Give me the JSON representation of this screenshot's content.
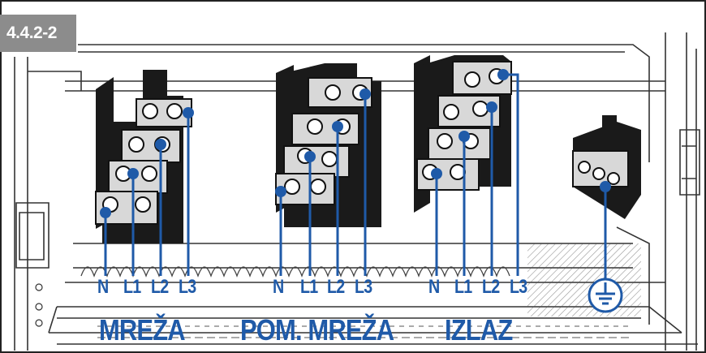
{
  "figure_label": "4.4.2-2",
  "terminals": [
    {
      "label": "N"
    },
    {
      "label": "L1"
    },
    {
      "label": "L2"
    },
    {
      "label": "L3"
    },
    {
      "label": "N"
    },
    {
      "label": "L1"
    },
    {
      "label": "L2"
    },
    {
      "label": "L3"
    },
    {
      "label": "N"
    },
    {
      "label": "L1"
    },
    {
      "label": "L2"
    },
    {
      "label": "L3"
    }
  ],
  "groups": [
    {
      "label": "MREŽA"
    },
    {
      "label": "POM. MREŽA"
    },
    {
      "label": "IZLAZ"
    }
  ],
  "colors": {
    "callout": "#1f5aa8",
    "line": "#333333",
    "busbar_fill": "#d8d8d8",
    "busbar_dark": "#1a1a1a",
    "label_bg": "#8c8c8c"
  },
  "icons": [
    "earth-ground-icon"
  ]
}
